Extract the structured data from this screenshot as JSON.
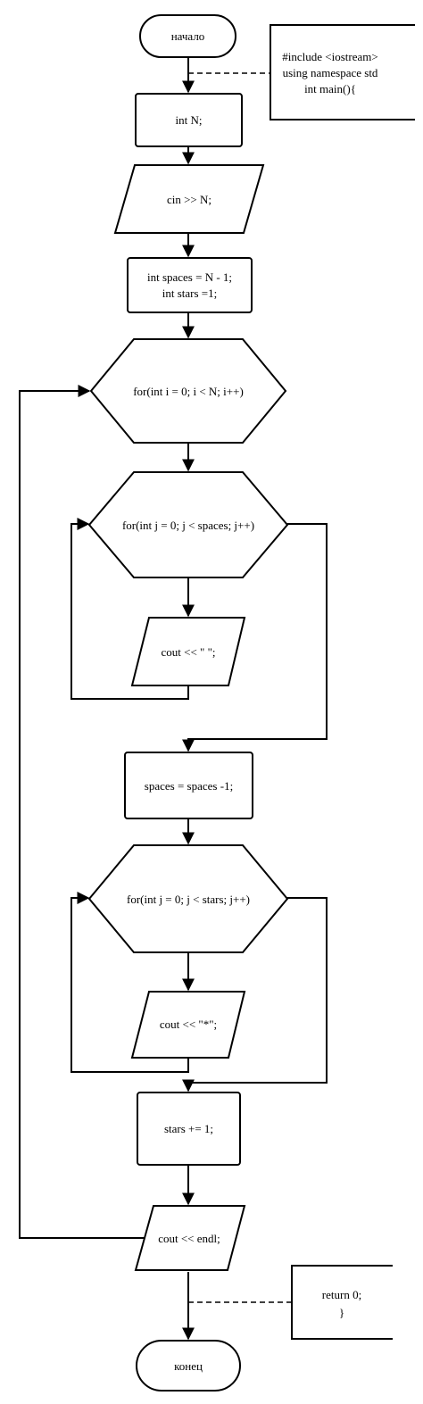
{
  "nodes": {
    "start": "начало",
    "comment_top": [
      "#include <iostream>",
      "using namespace std",
      "int main(){"
    ],
    "declare_n": "int N;",
    "input_n": "cin >> N;",
    "init": [
      "int spaces = N - 1;",
      "int stars =1;"
    ],
    "loop_i": "for(int i = 0; i < N; i++)",
    "loop_spaces": "for(int j = 0; j < spaces; j++)",
    "print_space": "cout << \" \";",
    "dec_spaces": "spaces = spaces -1;",
    "loop_stars": "for(int j = 0; j < stars; j++)",
    "print_star": "cout << \"*\";",
    "inc_stars": "stars += 1;",
    "print_endl": "cout << endl;",
    "comment_bottom": [
      "return 0;",
      "}"
    ],
    "end": "конец"
  }
}
